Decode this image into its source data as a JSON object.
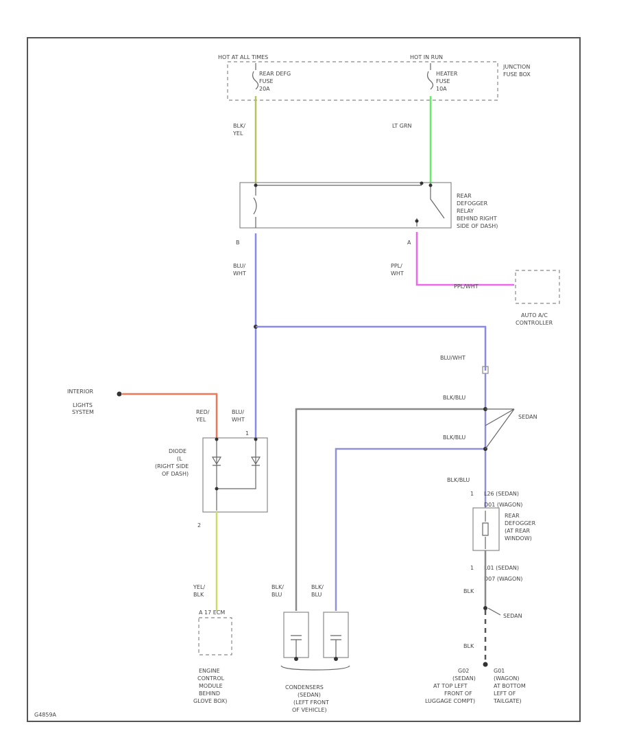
{
  "colors": {
    "blk_yel": "#b8c060",
    "lt_grn": "#66ee66",
    "blu_wht": "#8888ee",
    "pnk": "#ee66ee",
    "red_yel": "#ee7755",
    "yel_blk": "#ccdd66",
    "blk_blu": "#9090d8",
    "grey": "#888888"
  },
  "labels": {
    "hot_all_times": "HOT AT ALL TIMES",
    "hot_run": "HOT IN RUN",
    "rear_defg_fuse_1": "REAR DEFG",
    "rear_defg_fuse_2": "FUSE",
    "rear_defg_fuse_3": "20A",
    "heater_fuse_1": "HEATER",
    "heater_fuse_2": "FUSE",
    "heater_fuse_3": "10A",
    "junction_1": "JUNCTION",
    "junction_2": "FUSE BOX",
    "blk_1": "BLK/",
    "blk_2": "YEL",
    "ltgrn": "LT GRN",
    "relay_1": "REAR",
    "relay_2": "DEFOGGER",
    "relay_3": "RELAY",
    "relay_4": "BEHIND RIGHT",
    "relay_5": "SIDE OF DASH)",
    "pin_b": "B",
    "pin_a": "A",
    "blu_1": "BLU/",
    "blu_2": "WHT",
    "pnk_1": "PPL/",
    "pnk_2": "WHT",
    "pnk_conn": "PPL/WHT",
    "auto_1": "AUTO A/C",
    "auto_2": "CONTROLLER",
    "interior_1": "INTERIOR",
    "interior_2": "LIGHTS",
    "interior_3": "SYSTEM",
    "red_1": "RED/",
    "red_2": "YEL",
    "blu2_1": "BLU/",
    "blu2_2": "WHT",
    "diode_1": "DIODE",
    "diode_2": "(L",
    "diode_3": "(RIGHT SIDE",
    "diode_4": "OF DASH)",
    "pin_1": "1",
    "pin_2": "2",
    "yel_1": "YEL/",
    "yel_2": "BLK",
    "ecm_conn": "A 17 ECM",
    "ecm_1": "ENGINE",
    "ecm_2": "CONTROL",
    "ecm_3": "MODULE",
    "ecm_4": "BEHIND",
    "ecm_5": "GLOVE BOX)",
    "blu_wht_r": "BLU/WHT",
    "blkblu_1": "BLK/BLU",
    "blkblu_2": "BLK/BLU",
    "blkblu_3": "BLK/BLU",
    "sedan": "SEDAN",
    "sedan2": "SEDAN",
    "cond_blu_1a": "BLK/",
    "cond_blu_1b": "BLU",
    "cond_blu_2a": "BLK/",
    "cond_blu_2b": "BLU",
    "cond_1": "CONDENSERS",
    "cond_2": "(SEDAN)",
    "cond_3": "(LEFT FRONT",
    "cond_4": "OF VEHICLE)",
    "pin_1b": "1",
    "l26": "L26  (SEDAN)",
    "d01": "D01  (WAGON)",
    "defog_1": "REAR",
    "defog_2": "DEFOGGER",
    "defog_3": "(AT REAR",
    "defog_4": "WINDOW)",
    "pin_1c": "1",
    "l01": "L01  (SEDAN)",
    "d07": "D07  (WAGON)",
    "blk_a": "BLK",
    "blk_b": "BLK",
    "g1_1": "G02",
    "g1_2": "(SEDAN)",
    "g1_3": "AT TOP LEFT",
    "g1_4": "FRONT OF",
    "g1_5": "LUGGAGE COMPT)",
    "g2_1": "G01",
    "g2_2": "(WAGON)",
    "g2_3": "AT BOTTOM",
    "g2_4": "LEFT OF",
    "g2_5": "TAILGATE)",
    "code": "G4859A"
  }
}
